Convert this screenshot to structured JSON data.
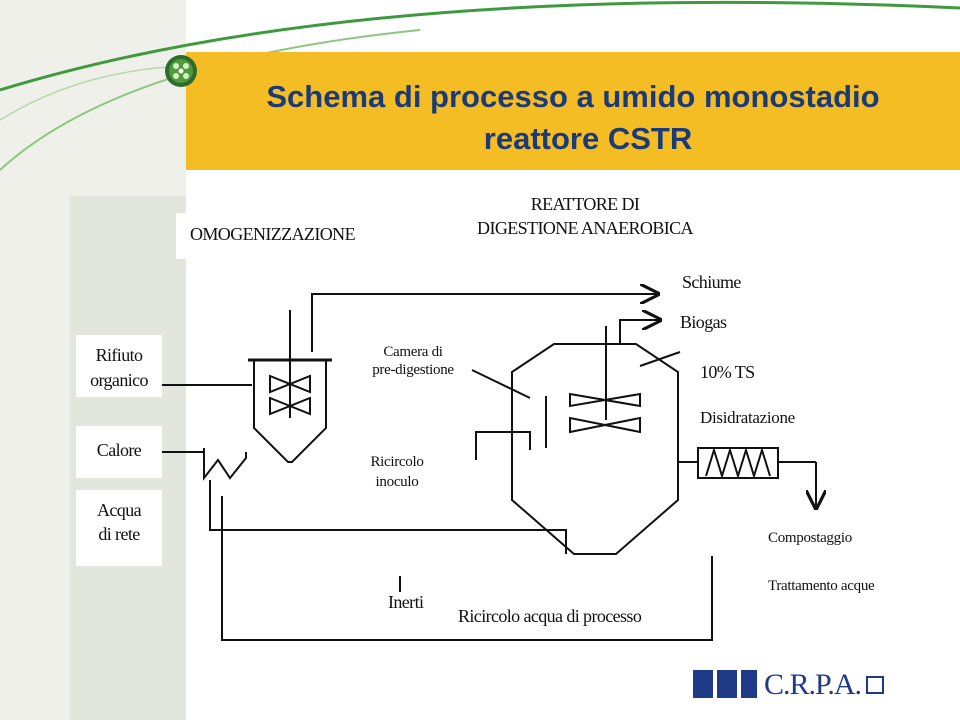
{
  "title": {
    "line1": "Schema di processo a umido monostadio",
    "line2": "reattore CSTR"
  },
  "sections": {
    "omogenizzazione": "OMOGENIZZAZIONE",
    "reattore_line1": "REATTORE DI",
    "reattore_line2": "DIGESTIONE ANAEROBICA"
  },
  "inputs": {
    "rifiuto_line1": "Rifiuto",
    "rifiuto_line2": "organico",
    "calore": "Calore",
    "acqua_line1": "Acqua",
    "acqua_line2": "di rete"
  },
  "labels": {
    "camera_line1": "Camera di",
    "camera_line2": "pre-digestione",
    "ricircolo_inoculo_line1": "Ricircolo",
    "ricircolo_inoculo_line2": "inoculo",
    "inerti": "Inerti",
    "ricircolo_acqua": "Ricircolo acqua di processo"
  },
  "outputs": {
    "schiume": "Schiume",
    "biogas": "Biogas",
    "ts": "10% TS",
    "disidratazione": "Disidratazione",
    "compostaggio": "Compostaggio",
    "trattamento_acque": "Trattamento acque"
  },
  "logo": {
    "text": "C.R.P.A."
  },
  "colors": {
    "title_band": "#f5bd24",
    "title_text": "#1a3a7a",
    "logo": "#1f3a86",
    "sidebar": "#eef0e9",
    "line": "#111111"
  }
}
